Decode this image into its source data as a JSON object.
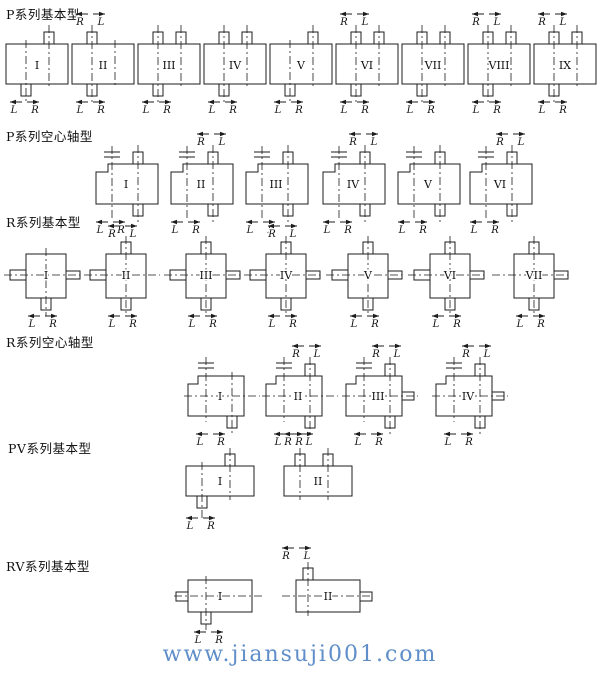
{
  "watermark": {
    "text": "www.jiansuji001.com",
    "color": "#5f8ec9"
  },
  "colors": {
    "line": "#1c1c1c",
    "text": "#111111",
    "background": "#ffffff"
  },
  "annotation_letters": {
    "left": "L",
    "right": "R"
  },
  "rows": [
    {
      "id": "p-basic",
      "label": "P系列基本型",
      "items": [
        {
          "numeral": "I",
          "top": [
            1
          ],
          "bottom": [
            0
          ],
          "ann_top": null,
          "ann_bottom": [
            "L",
            "R"
          ]
        },
        {
          "numeral": "II",
          "top": [
            0
          ],
          "bottom": [
            0
          ],
          "ann_top": [
            "R",
            "L"
          ],
          "ann_bottom": [
            "L",
            "R"
          ]
        },
        {
          "numeral": "III",
          "top": [
            0,
            1
          ],
          "bottom": [
            0
          ],
          "ann_top": null,
          "ann_bottom": [
            "L",
            "R"
          ]
        },
        {
          "numeral": "IV",
          "top": [
            0,
            1
          ],
          "bottom": [
            0
          ],
          "ann_top": null,
          "ann_bottom": [
            "L",
            "R"
          ]
        },
        {
          "numeral": "V",
          "top": [
            1
          ],
          "bottom": [
            0
          ],
          "ann_top": null,
          "ann_bottom": [
            "L",
            "R"
          ]
        },
        {
          "numeral": "VI",
          "top": [
            0,
            1
          ],
          "bottom": [
            0
          ],
          "ann_top": [
            "R",
            "L"
          ],
          "ann_bottom": [
            "L",
            "R"
          ]
        },
        {
          "numeral": "VII",
          "top": [
            0,
            1
          ],
          "bottom": [
            0
          ],
          "ann_top": null,
          "ann_bottom": [
            "L",
            "R"
          ]
        },
        {
          "numeral": "VIII",
          "top": [
            0,
            1
          ],
          "bottom": [
            0
          ],
          "ann_top": [
            "R",
            "L"
          ],
          "ann_bottom": [
            "L",
            "R"
          ]
        },
        {
          "numeral": "IX",
          "top": [
            0,
            1
          ],
          "bottom": [
            0
          ],
          "ann_top": [
            "R",
            "L"
          ],
          "ann_bottom": [
            "L",
            "R"
          ]
        }
      ]
    },
    {
      "id": "p-hollow",
      "label": "P系列空心轴型",
      "items": [
        {
          "numeral": "I",
          "top_stub": true,
          "bottom_stub": true,
          "ann_top": null,
          "ann_bottom": [
            "L",
            "R"
          ]
        },
        {
          "numeral": "II",
          "top_stub": true,
          "bottom_stub": true,
          "ann_top": [
            "R",
            "L"
          ],
          "ann_bottom": [
            "L",
            "R"
          ]
        },
        {
          "numeral": "III",
          "top_stub": true,
          "bottom_stub": true,
          "ann_top": null,
          "ann_bottom": [
            "L",
            "R"
          ]
        },
        {
          "numeral": "IV",
          "top_stub": true,
          "bottom_stub": true,
          "ann_top": [
            "R",
            "L"
          ],
          "ann_bottom": [
            "L",
            "R"
          ]
        },
        {
          "numeral": "V",
          "top_stub": true,
          "bottom_stub": true,
          "ann_top": null,
          "ann_bottom": [
            "L",
            "R"
          ]
        },
        {
          "numeral": "VI",
          "top_stub": true,
          "bottom_stub": true,
          "ann_top": [
            "R",
            "L"
          ],
          "ann_bottom": [
            "L",
            "R"
          ]
        }
      ]
    },
    {
      "id": "r-basic",
      "label": "R系列基本型",
      "items": [
        {
          "numeral": "I",
          "left_shaft": true,
          "right_shaft": true,
          "top_stub": false,
          "bottom_stub": true,
          "ann_top": null,
          "ann_bottom": [
            "L",
            "R"
          ]
        },
        {
          "numeral": "II",
          "left_shaft": true,
          "right_shaft": false,
          "top_stub": true,
          "bottom_stub": true,
          "ann_top": [
            "R",
            "L"
          ],
          "ann_bottom": [
            "L",
            "R"
          ]
        },
        {
          "numeral": "III",
          "left_shaft": true,
          "right_shaft": true,
          "top_stub": true,
          "bottom_stub": true,
          "ann_top": null,
          "ann_bottom": [
            "L",
            "R"
          ]
        },
        {
          "numeral": "IV",
          "left_shaft": true,
          "right_shaft": true,
          "top_stub": true,
          "bottom_stub": true,
          "ann_top": [
            "R",
            "L"
          ],
          "ann_bottom": [
            "L",
            "R"
          ]
        },
        {
          "numeral": "V",
          "left_shaft": true,
          "right_shaft": true,
          "top_stub": true,
          "bottom_stub": true,
          "ann_top": null,
          "ann_bottom": [
            "L",
            "R"
          ]
        },
        {
          "numeral": "VI",
          "left_shaft": true,
          "right_shaft": true,
          "top_stub": true,
          "bottom_stub": true,
          "ann_top": null,
          "ann_bottom": [
            "L",
            "R"
          ]
        },
        {
          "numeral": "VII",
          "left_shaft": false,
          "right_shaft": true,
          "top_stub": true,
          "bottom_stub": true,
          "ann_top": null,
          "ann_bottom": [
            "L",
            "R"
          ]
        }
      ]
    },
    {
      "id": "r-hollow",
      "label": "R系列空心轴型",
      "items": [
        {
          "numeral": "I",
          "top_stub": false,
          "right_shaft": false,
          "bottom_stub": true,
          "ann_top": null,
          "ann_bottom": [
            "L",
            "R"
          ]
        },
        {
          "numeral": "II",
          "top_stub": true,
          "right_shaft": false,
          "bottom_stub": true,
          "ann_top": [
            "R",
            "L"
          ],
          "ann_bottom": [
            "L",
            "R"
          ]
        },
        {
          "numeral": "III",
          "top_stub": true,
          "right_shaft": true,
          "bottom_stub": true,
          "ann_top": [
            "R",
            "L"
          ],
          "ann_bottom": [
            "L",
            "R"
          ]
        },
        {
          "numeral": "IV",
          "top_stub": true,
          "right_shaft": true,
          "bottom_stub": true,
          "ann_top": [
            "R",
            "L"
          ],
          "ann_bottom": [
            "L",
            "R"
          ]
        }
      ]
    },
    {
      "id": "pv-basic",
      "label": "PV系列基本型",
      "items": [
        {
          "numeral": "I",
          "top": [
            1
          ],
          "bottom": [
            0
          ],
          "ann_top": null,
          "ann_bottom": [
            "L",
            "R"
          ]
        },
        {
          "numeral": "II",
          "top": [
            0,
            1
          ],
          "bottom": [],
          "ann_top": [
            "R",
            "L"
          ],
          "ann_bottom": null
        }
      ]
    },
    {
      "id": "rv-basic",
      "label": "RV系列基本型",
      "items": [
        {
          "numeral": "I",
          "left_shaft": true,
          "right_shaft": false,
          "top_stub": false,
          "bottom_stub": true,
          "ann_top": null,
          "ann_bottom": [
            "L",
            "R"
          ]
        },
        {
          "numeral": "II",
          "left_shaft": false,
          "right_shaft": true,
          "top_stub": true,
          "bottom_stub": false,
          "ann_top": [
            "R",
            "L"
          ],
          "ann_bottom": null
        }
      ]
    }
  ]
}
